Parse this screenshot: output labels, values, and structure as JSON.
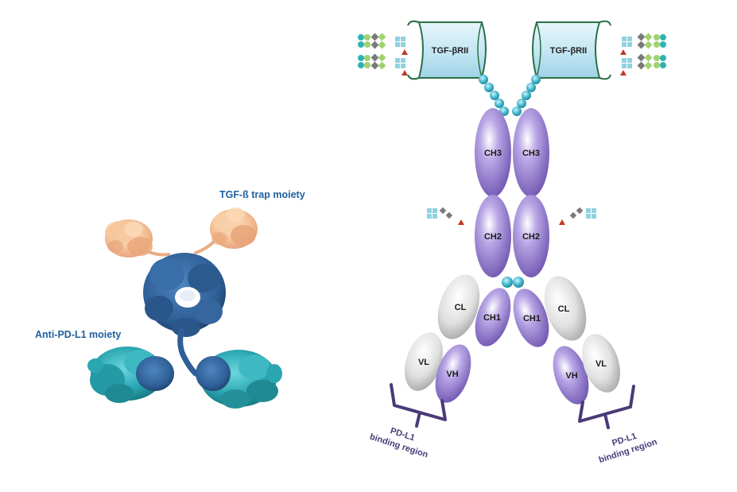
{
  "left_panel": {
    "trap_label": "TGF-ß trap moiety",
    "antibody_label": "Anti-PD-L1 moiety"
  },
  "right_panel": {
    "receptor_left": "TGF-βRII",
    "receptor_right": "TGF-βRII",
    "ch3_left": "CH3",
    "ch3_right": "CH3",
    "ch2_left": "CH2",
    "ch2_right": "CH2",
    "cl_left": "CL",
    "cl_right": "CL",
    "ch1_left": "CH1",
    "ch1_right": "CH1",
    "vl_left": "VL",
    "vl_right": "VL",
    "vh_left": "VH",
    "vh_right": "VH",
    "region_left_line1": "PD-L1",
    "region_left_line2": "binding  region",
    "region_right_line1": "PD-L1",
    "region_right_line2": "binding  region"
  },
  "colors": {
    "label_blue": "#1f5f9e",
    "trap_peach": "#f3b98a",
    "antibody_dark_blue": "#2f5f96",
    "antibody_teal": "#2aa6b1",
    "domain_purple": "#8f78c8",
    "domain_gray": "#d6d6d6",
    "receptor_fill": "#bfe4f2",
    "linker_teal": "#3fb3c8",
    "bracket_purple": "#4a3a78"
  }
}
